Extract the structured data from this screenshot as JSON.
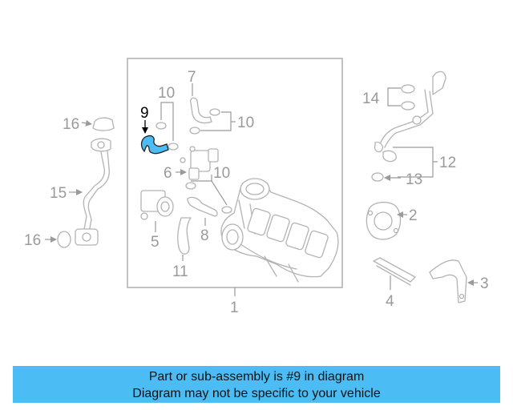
{
  "callouts": {
    "c1": "1",
    "c2": "2",
    "c3": "3",
    "c4": "4",
    "c5": "5",
    "c6": "6",
    "c7": "7",
    "c8": "8",
    "c9": "9",
    "c10a": "10",
    "c10b": "10",
    "c10c": "10",
    "c11": "11",
    "c12": "12",
    "c13": "13",
    "c14": "14",
    "c15": "15",
    "c16a": "16",
    "c16b": "16"
  },
  "highlight": {
    "part": "9",
    "color": "#4cbcf5"
  },
  "banner": {
    "line1": "Part or sub-assembly is #9 in diagram",
    "line2": "Diagram may not be specific to your vehicle",
    "background": "#4cbcf5"
  }
}
